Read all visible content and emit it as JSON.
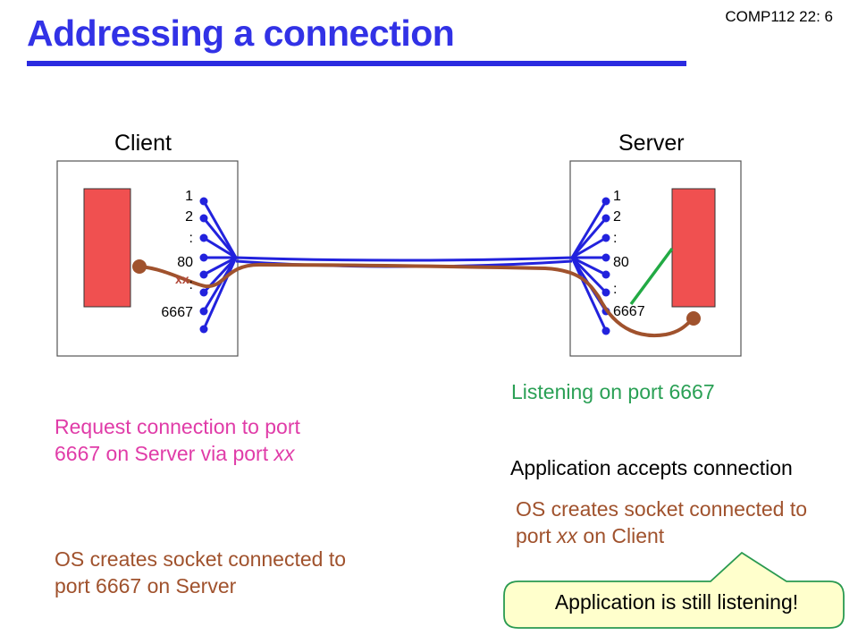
{
  "header": {
    "title": "Addressing a connection",
    "slide_number": "COMP112 22: 6"
  },
  "client": {
    "label": "Client",
    "ports": [
      "1",
      "2",
      ":",
      "80",
      "xx",
      ":",
      "6667"
    ]
  },
  "server": {
    "label": "Server",
    "ports": [
      "1",
      "2",
      ":",
      "80",
      ":",
      "6667"
    ]
  },
  "notes": {
    "client_request": [
      "Request connection to port",
      "6667 on Server via port ",
      "xx"
    ],
    "client_os": [
      "OS creates socket connected to",
      "port 6667 on Server"
    ],
    "server_listening": "Listening on port 6667",
    "server_accepts": "Application accepts connection",
    "server_os": [
      "OS creates socket connected to",
      "port ",
      "xx",
      " on Client"
    ],
    "callout": "Application is still listening!"
  },
  "colors": {
    "title": "#3232e6",
    "port_wire": "#2222dd",
    "connection": "#a0522d",
    "app_box": "#f05050",
    "listen_line": "#22aa44",
    "callout_fill": "#ffffcc",
    "callout_border": "#2a9a50"
  }
}
